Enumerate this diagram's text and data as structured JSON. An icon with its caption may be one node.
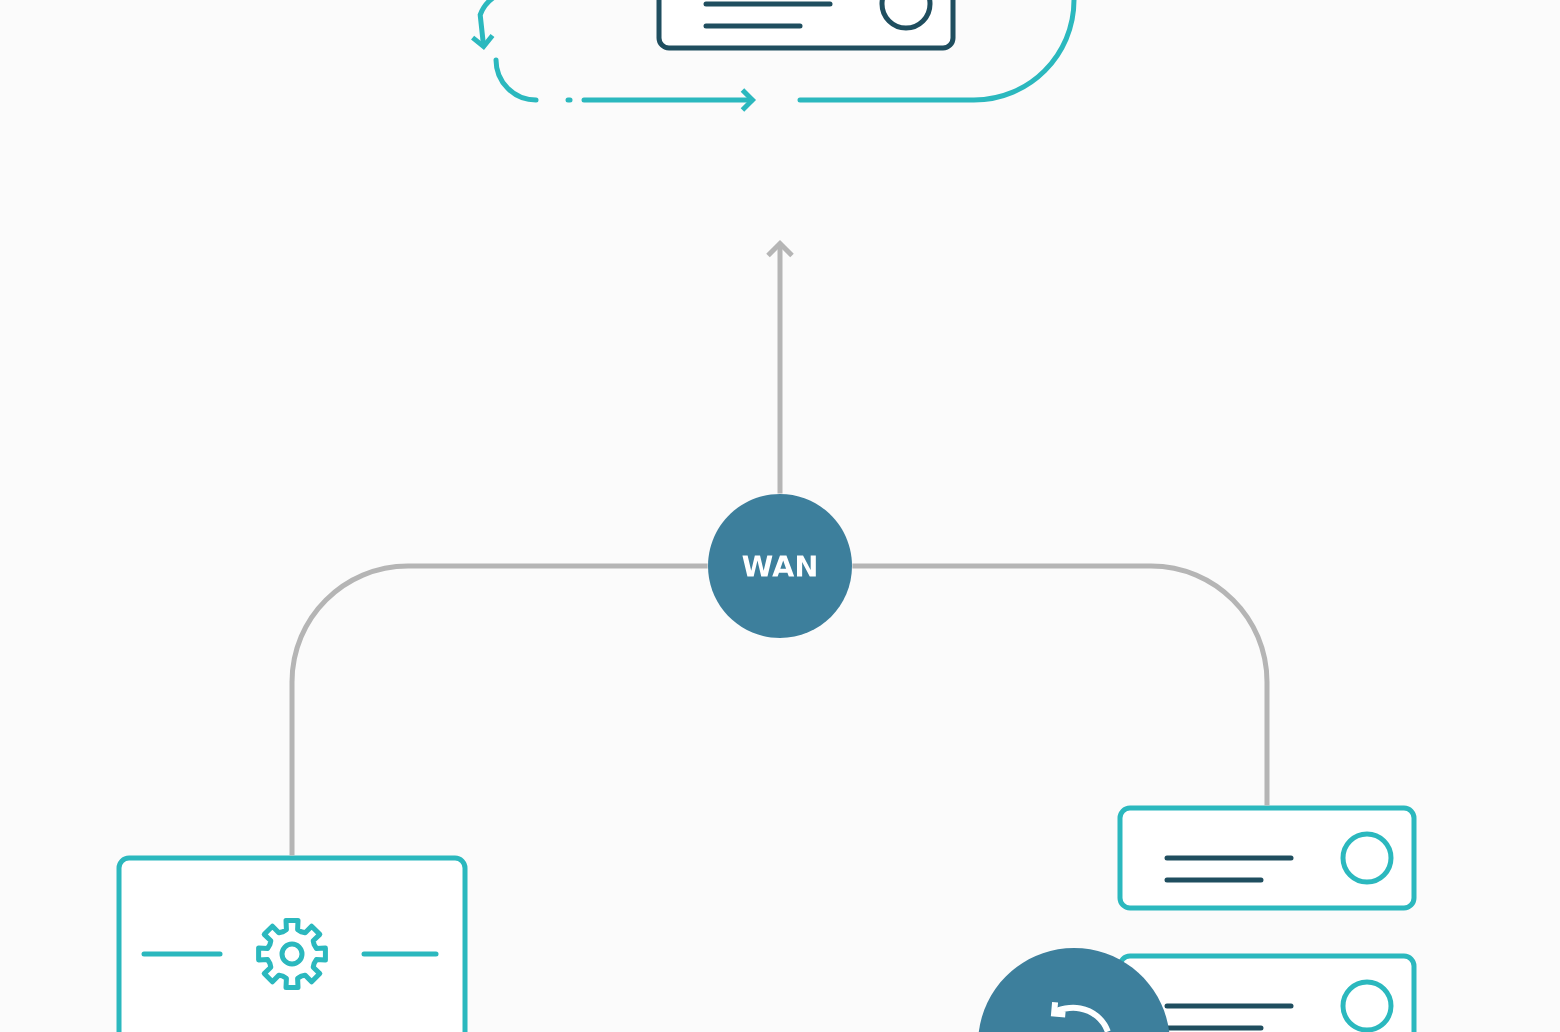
{
  "diagram": {
    "nodes": [
      {
        "text": [],
        "shape": "box"
      },
      {
        "text": [
          "WAN"
        ]
      },
      {
        "text": [],
        "shape": "box"
      },
      {
        "text": [],
        "shape": "box"
      },
      {
        "text": [],
        "shape": "box"
      },
      {
        "text": [],
        "shape": "circle"
      }
    ],
    "edges": [
      {
        "from": 1,
        "to": null,
        "arrow": "to"
      },
      {
        "from": 1,
        "to": 2,
        "arrow": "none"
      },
      {
        "from": 1,
        "to": 3,
        "arrow": "none"
      }
    ]
  }
}
